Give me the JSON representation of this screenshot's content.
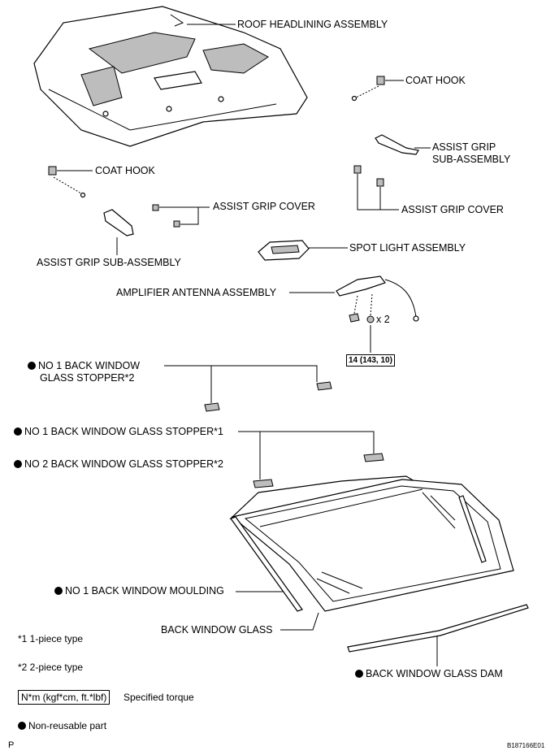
{
  "labels": {
    "roof_headlining": "ROOF HEADLINING ASSEMBLY",
    "coat_hook_right": "COAT HOOK",
    "assist_grip_right_line1": "ASSIST GRIP",
    "assist_grip_right_line2": "SUB-ASSEMBLY",
    "coat_hook_left": "COAT HOOK",
    "assist_grip_cover_left": "ASSIST GRIP COVER",
    "assist_grip_cover_right": "ASSIST GRIP COVER",
    "assist_grip_left": "ASSIST GRIP SUB-ASSEMBLY",
    "spot_light": "SPOT LIGHT ASSEMBLY",
    "amplifier_antenna": "AMPLIFIER ANTENNA ASSEMBLY",
    "quantity": "x 2",
    "torque_value": "14 (143, 10)",
    "stopper_2piece_line1": "NO  1 BACK WINDOW",
    "stopper_2piece_line2": "GLASS STOPPER*2",
    "stopper_no1_1piece": "NO  1 BACK WINDOW GLASS STOPPER*1",
    "stopper_no2_2piece": "NO  2 BACK WINDOW GLASS STOPPER*2",
    "moulding": "NO  1 BACK WINDOW MOULDING",
    "back_window_glass": "BACK WINDOW GLASS",
    "glass_dam": "BACK WINDOW GLASS DAM"
  },
  "legend": {
    "note1": "*1  1-piece type",
    "note2": "*2  2-piece type",
    "torque_unit": "N*m (kgf*cm, ft.*lbf)",
    "torque_desc": "Specified torque",
    "non_reusable": "Non-reusable part"
  },
  "footer": {
    "page_mark": "P",
    "figure_id": "B187166E01"
  },
  "colors": {
    "line": "#000000",
    "shade": "#bdbdbd",
    "background": "#ffffff"
  }
}
